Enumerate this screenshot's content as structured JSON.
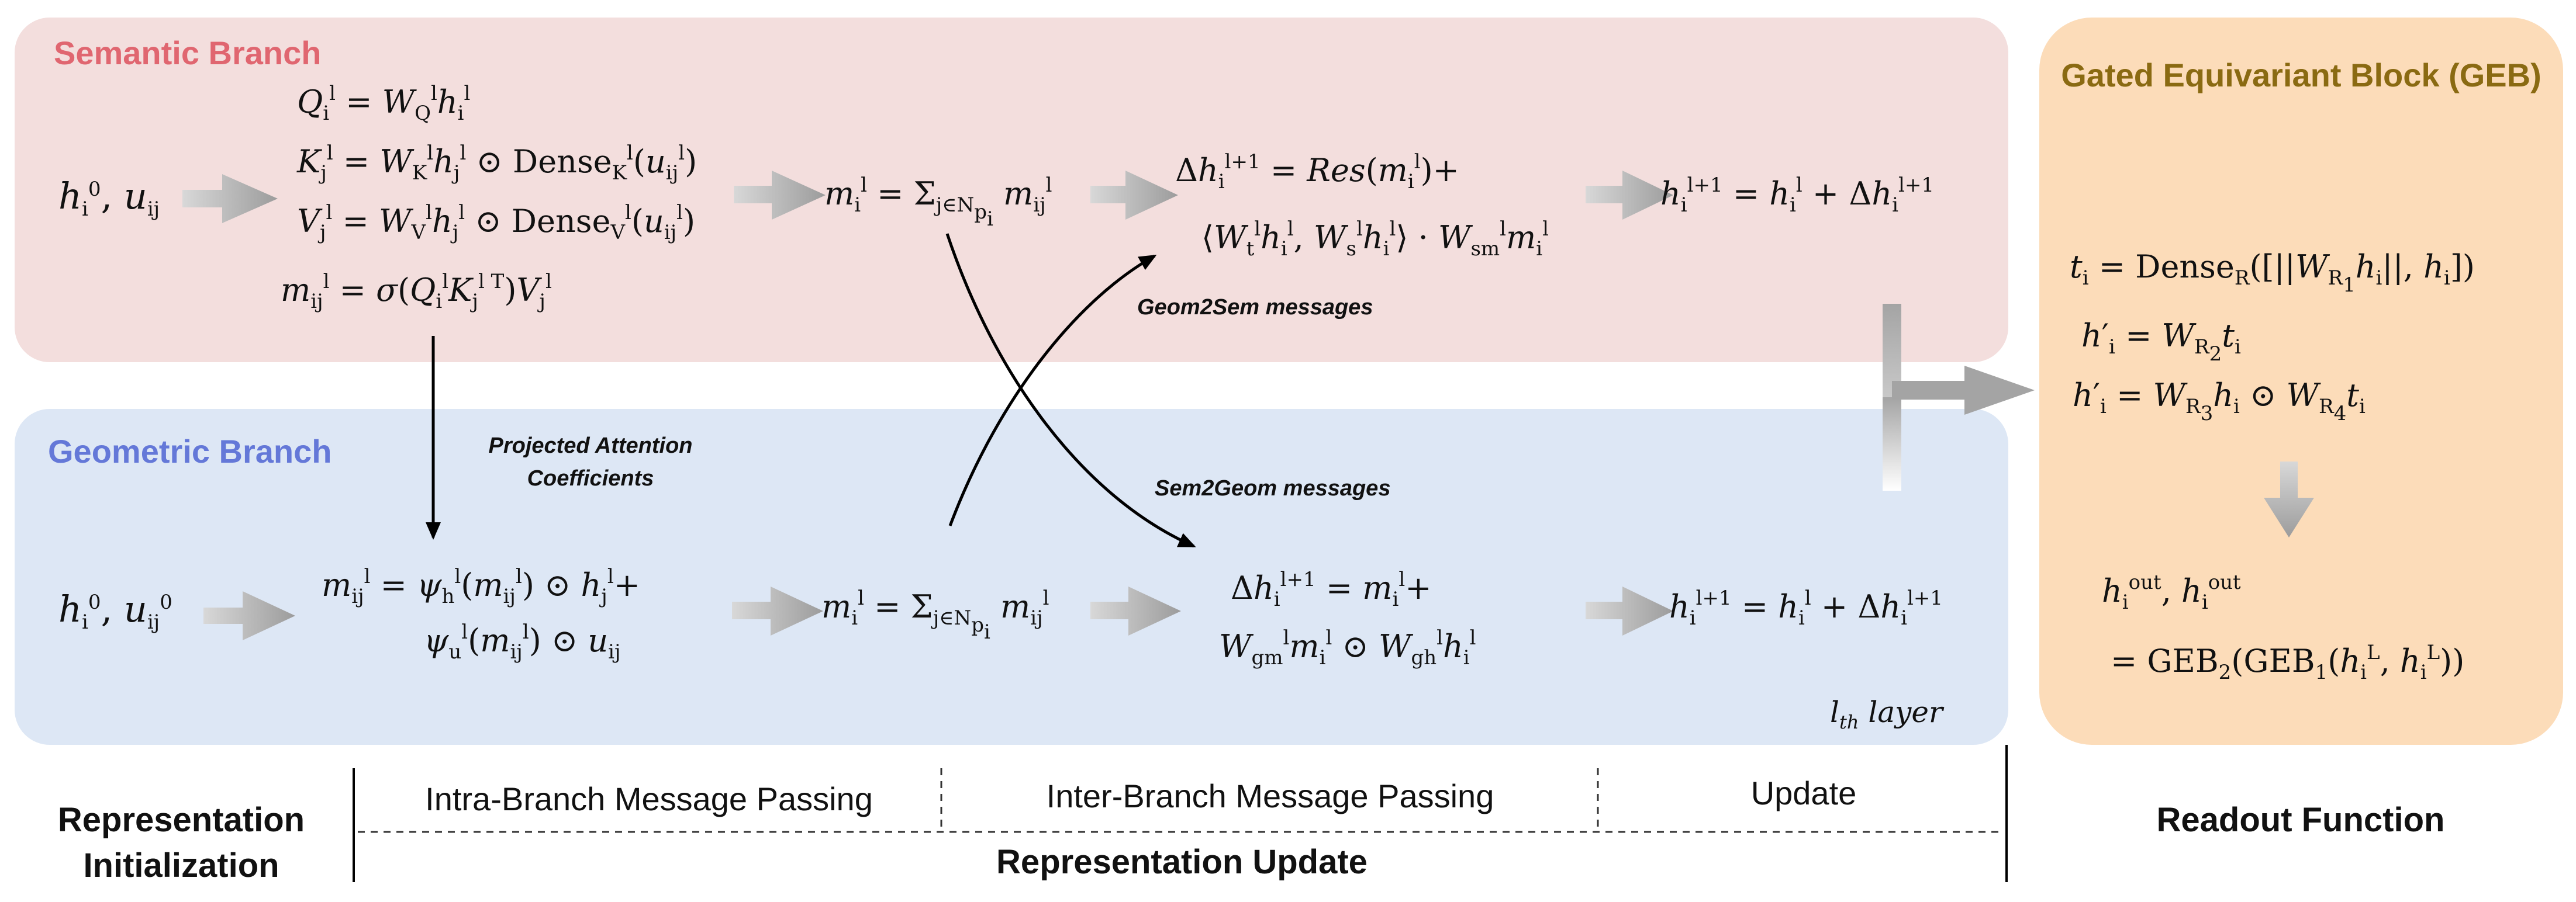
{
  "panels": {
    "semantic_title": "Semantic Branch",
    "geometric_title": "Geometric Branch",
    "geb_title": "Gated Equivariant Block (GEB)"
  },
  "semantic": {
    "init": "h_i^0, u_ij",
    "q_eq": "Q_i^l = W_Q^l h_i^l",
    "k_eq": "K_j^l = W_K^l h_j^l ⊙ Dense_K^l(u_ij^l)",
    "v_eq": "V_j^l = W_V^l h_j^l ⊙ Dense_V^l(u_ij^l)",
    "m_eq": "m_ij^l = σ(Q_i^l K_j^l^T) V_j^l",
    "agg_eq": "m_i^l = Σ_{j∈N_pi} m_ij^l",
    "delta_eq1": "Δh_i^{l+1} = Res(m_i^l)+",
    "delta_eq2": "⟨W_t^l h_i^l, W_s^l h_i^l⟩ · W_sm^l m_i^l",
    "update_eq": "h_i^{l+1} = h_i^l + Δh_i^{l+1}"
  },
  "geometric": {
    "init": "h_i^0, u_ij^0",
    "m_eq1": "m_ij^l = ψ_h^l(m_ij^l) ⊙ h_j^l+",
    "m_eq2": "ψ_u^l(m_ij^l) ⊙ u_ij",
    "agg_eq": "m_i^l = Σ_{j∈N_pi} m_ij^l",
    "delta_eq1": "Δh_i^{l+1} = m_i^l+",
    "delta_eq2": "W_gm^l m_i^l ⊙ W_gh^l h_i^l",
    "update_eq": "h_i^{l+1} = h_i^l + Δh_i^{l+1}"
  },
  "labels": {
    "projected": "Projected Attention Coefficients",
    "geom2sem": "Geom2Sem messages",
    "sem2geom": "Sem2Geom messages",
    "layer": "l_th layer"
  },
  "geb": {
    "t_eq": "t_i = Dense_R([||W_R1 h_i||, h_i])",
    "hprime_eq": "h'_i = W_R2 t_i",
    "vhprime_eq": "h'_i = W_R3 h_i ⊙ W_R4 t_i",
    "out_eq1": "h_i^out, h_i^out",
    "out_eq2": "= GEB_2(GEB_1(h_i^L, h_i^L))"
  },
  "bottom": {
    "rep_init": "Representation Initialization",
    "intra": "Intra-Branch Message Passing",
    "inter": "Inter-Branch Message Passing",
    "update": "Update",
    "rep_update": "Representation Update",
    "readout": "Readout Function"
  },
  "colors": {
    "semantic_bg": "#f3dedd",
    "geometric_bg": "#dde7f5",
    "geb_bg": "#fcdcb9",
    "semantic_title": "#e06670",
    "geometric_title": "#6478d8",
    "geb_title": "#8a6a12",
    "arrow_grey": "#a9a9a9"
  }
}
